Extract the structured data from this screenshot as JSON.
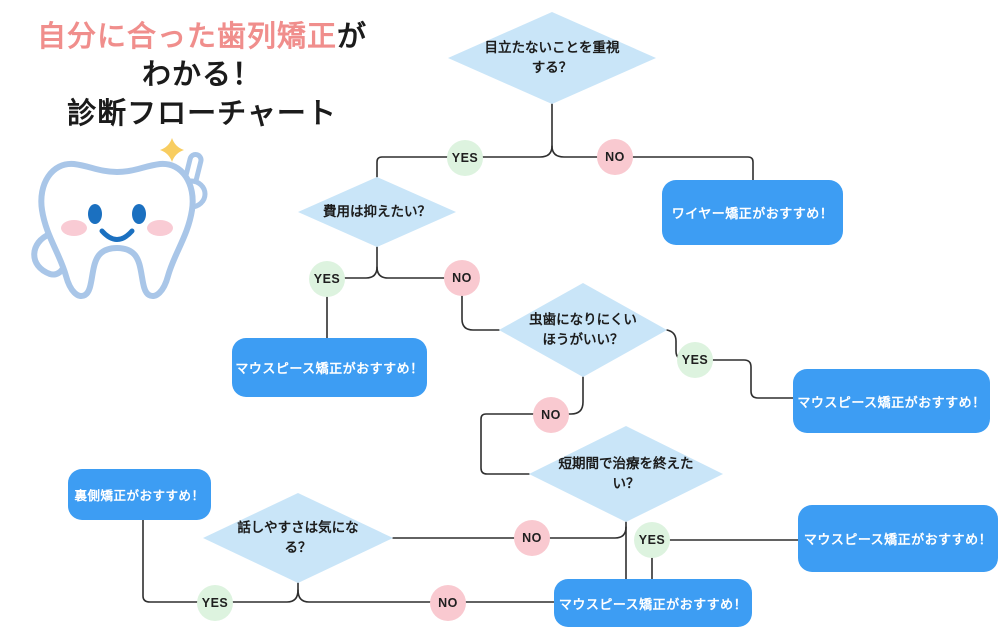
{
  "title": {
    "line1_highlight": "自分に合った歯列矯正",
    "line1_rest": "が",
    "line2": "わかる！",
    "line3": "診断フローチャート"
  },
  "labels": {
    "yes": "YES",
    "no": "NO"
  },
  "questions": {
    "q1": "目立たないことを重視\nする？",
    "q2": "費用は抑えたい？",
    "q3": "虫歯になりにくい\nほうがいい？",
    "q4": "短期間で治療を終えた\nい？",
    "q5": "話しやすさは気にな\nる？"
  },
  "results": {
    "wire": "ワイヤー矯正がおすすめ！",
    "mouthpiece_cost": "マウスピース矯正がおすすめ！",
    "mouthpiece_cavity": "マウスピース矯正がおすすめ！",
    "lingual": "裏側矯正がおすすめ！",
    "mouthpiece_short_term": "マウスピース矯正がおすすめ！",
    "mouthpiece_bottom": "マウスピース矯正がおすすめ！"
  },
  "icons": {
    "mascot": "tooth-mascot-icon",
    "sparkle": "sparkle-icon"
  },
  "colors": {
    "result_box_blue": "#3D9DF3",
    "diamond_blue": "#C9E5F8",
    "yes_green": "#DDF3DF",
    "no_pink": "#F9C9D0",
    "title_pink": "#F08E8C",
    "connector": "#2F2F2F"
  }
}
